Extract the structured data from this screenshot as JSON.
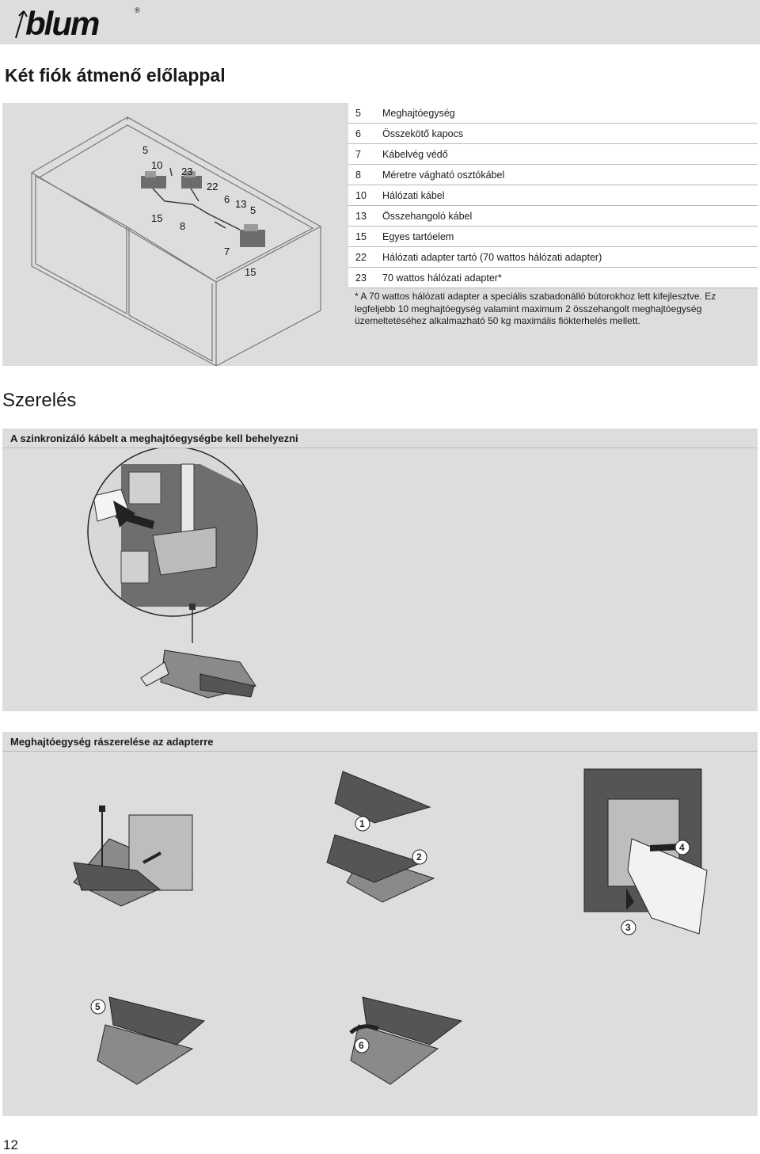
{
  "header": {
    "brand": "blum",
    "registered_mark": "®"
  },
  "page_title": "Két fiók átmenő előlappal",
  "diagram_labels": {
    "l5a": "5",
    "l10": "10",
    "l23": "23",
    "l22": "22",
    "l15a": "15",
    "l8": "8",
    "l6": "6",
    "l13": "13",
    "l5b": "5",
    "l7": "7",
    "l15b": "15"
  },
  "legend": [
    {
      "num": "5",
      "text": "Meghajtóegység"
    },
    {
      "num": "6",
      "text": "Összekötő kapocs"
    },
    {
      "num": "7",
      "text": "Kábelvég védő"
    },
    {
      "num": "8",
      "text": "Méretre vágható osztókábel"
    },
    {
      "num": "10",
      "text": "Hálózati kábel"
    },
    {
      "num": "13",
      "text": "Összehangoló kábel"
    },
    {
      "num": "15",
      "text": "Egyes tartóelem"
    },
    {
      "num": "22",
      "text": "Hálózati adapter tartó (70 wattos hálózati adapter)"
    },
    {
      "num": "23",
      "text": "70 wattos hálózati adapter*"
    }
  ],
  "note": "* A 70 wattos hálózati adapter a speciális szabadonálló bútorokhoz lett kifejlesztve. Ez legfeljebb 10 meghajtóegység valamint maximum 2 összehangolt meghajtóegység üzemeltetéséhez alkalmazható 50 kg maximális fiókterhelés mellett.",
  "section_title": "Szerelés",
  "subsection1": "A szinkronizáló kábelt a meghajtóegységbe kell behelyezni",
  "subsection2": "Meghajtóegység rászerelése az adapterre",
  "steps": {
    "s1": "1",
    "s2": "2",
    "s3": "3",
    "s4": "4",
    "s5": "5",
    "s6": "6"
  },
  "page_number": "12",
  "colors": {
    "panel_bg": "#dcdddf",
    "line": "#b9babc",
    "part_dark": "#555555",
    "part_mid": "#8a8a8a",
    "part_light": "#bdbdbd"
  }
}
